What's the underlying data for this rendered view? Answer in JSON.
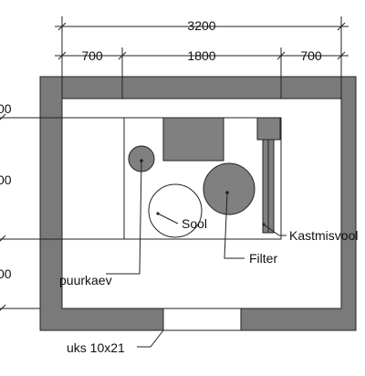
{
  "dimensions": {
    "total_width": "3200",
    "left_segment": "700",
    "middle_segment": "1800",
    "right_segment": "700",
    "left_top": "00",
    "left_middle": "00",
    "left_bottom": "00"
  },
  "labels": {
    "sool": "Sool",
    "filter": "Filter",
    "kastmisvool": "Kastmisvool",
    "puurkaev": "puurkaev",
    "door": "uks 10x21"
  },
  "colors": {
    "wall": "#7a7a7a",
    "equipment": "#808080",
    "line": "#111111"
  }
}
